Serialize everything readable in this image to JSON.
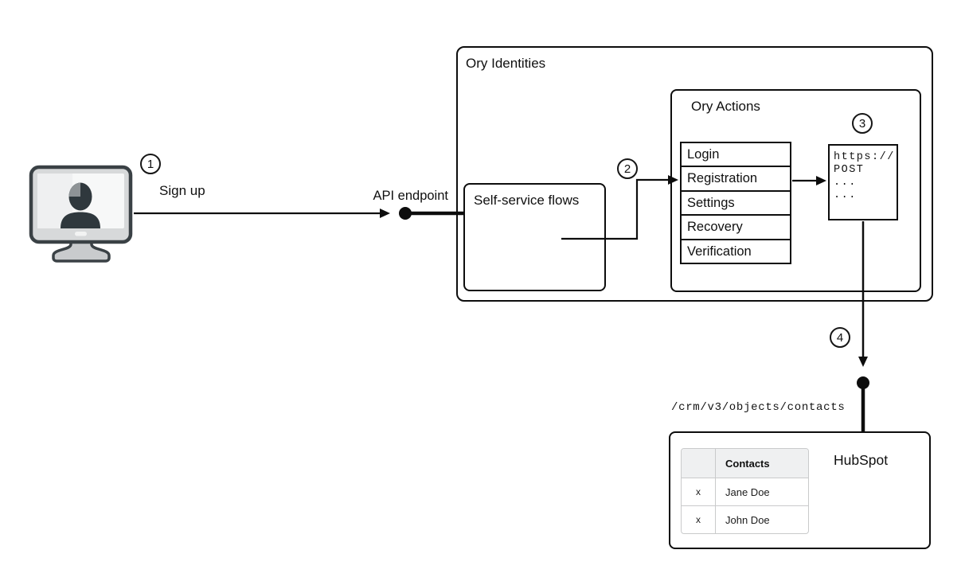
{
  "badges": {
    "one": "1",
    "two": "2",
    "three": "3",
    "four": "4"
  },
  "labels": {
    "sign_up": "Sign up",
    "api_endpoint": "API endpoint",
    "crm_path": "/crm/v3/objects/contacts"
  },
  "ory_identities": {
    "title": "Ory Identities",
    "self_service_flows": {
      "title": "Self-service flows"
    },
    "ory_actions": {
      "title": "Ory Actions",
      "flows": [
        "Login",
        "Registration",
        "Settings",
        "Recovery",
        "Verification"
      ],
      "webhook": {
        "lines": [
          "https://",
          "POST",
          "...",
          "..."
        ]
      }
    }
  },
  "hubspot": {
    "title": "HubSpot",
    "contacts_table": {
      "header": "Contacts",
      "rows": [
        {
          "marker": "x",
          "name": "Jane Doe"
        },
        {
          "marker": "x",
          "name": "John Doe"
        }
      ]
    }
  },
  "icons": {
    "workstation": "monitor-user-icon",
    "endpoint_dot": "filled-circle",
    "arrow": "black-arrow"
  },
  "colors": {
    "box_border": "#0d0d0d",
    "table_border": "#c9cacb",
    "table_header_bg": "#eff0f1",
    "monitor_body": "#d7d9da",
    "monitor_screen": "#f7f8f8",
    "monitor_outline": "#3a4145",
    "silhouette": "#2f383d",
    "background": "#ffffff"
  }
}
